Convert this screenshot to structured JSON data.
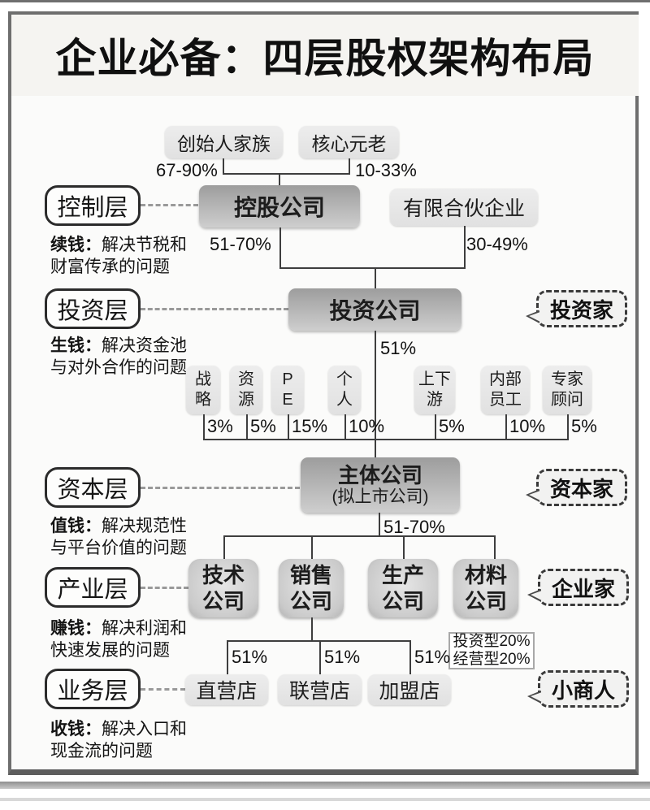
{
  "title": "企业必备：四层股权架构布局",
  "top_row": {
    "founder_family": {
      "label": "创始人家族",
      "percent": "67-90%"
    },
    "core_veterans": {
      "label": "核心元老",
      "percent": "10-33%"
    }
  },
  "control_layer": {
    "label": "控制层",
    "caption_prefix": "续钱：",
    "caption_rest": "解决节税和\n财富传承的问题",
    "holding_company": {
      "label": "控股公司",
      "percent": "51-70%"
    },
    "limited_partnership": {
      "label": "有限合伙企业",
      "percent": "30-49%"
    }
  },
  "investment_layer": {
    "label": "投资层",
    "caption_prefix": "生钱：",
    "caption_rest": "解决资金池\n与对外合作的问题",
    "investment_company": {
      "label": "投资公司",
      "percent": "51%"
    },
    "bubble": "投资家"
  },
  "shareholders": [
    {
      "label": "战\n略",
      "percent": "3%"
    },
    {
      "label": "资\n源",
      "percent": "5%"
    },
    {
      "label": "P\nE",
      "percent": "15%"
    },
    {
      "label": "个\n人",
      "percent": "10%"
    },
    {
      "label": "上下\n游",
      "percent": "5%"
    },
    {
      "label": "内部\n员工",
      "percent": "10%"
    },
    {
      "label": "专家\n顾问",
      "percent": "5%"
    }
  ],
  "capital_layer": {
    "label": "资本层",
    "caption_prefix": "值钱：",
    "caption_rest": "解决规范性\n与平台价值的问题",
    "main_company": {
      "label": "主体公司",
      "sublabel": "(拟上市公司)",
      "percent": "51-70%"
    },
    "bubble": "资本家"
  },
  "industry_layer": {
    "label": "产业层",
    "caption_prefix": "赚钱：",
    "caption_rest": "解决利润和\n快速发展的问题",
    "companies": [
      {
        "label": "技术\n公司"
      },
      {
        "label": "销售\n公司"
      },
      {
        "label": "生产\n公司"
      },
      {
        "label": "材料\n公司"
      }
    ],
    "bubble": "企业家",
    "note": "投资型20%\n经营型20%"
  },
  "business_layer": {
    "label": "业务层",
    "caption_prefix": "收钱：",
    "caption_rest": "解决入口和\n现金流的问题",
    "stores": [
      {
        "label": "直营店",
        "percent": "51%"
      },
      {
        "label": "联营店",
        "percent": "51%"
      },
      {
        "label": "加盟店",
        "percent": "51%"
      }
    ],
    "bubble": "小商人"
  },
  "colors": {
    "frame_border": "#6e6e6e",
    "connector": "#3e3e3e",
    "box_dark": "#9d9d9d",
    "box_light": "#e8e8e8",
    "dashed_leader": "#999999"
  }
}
